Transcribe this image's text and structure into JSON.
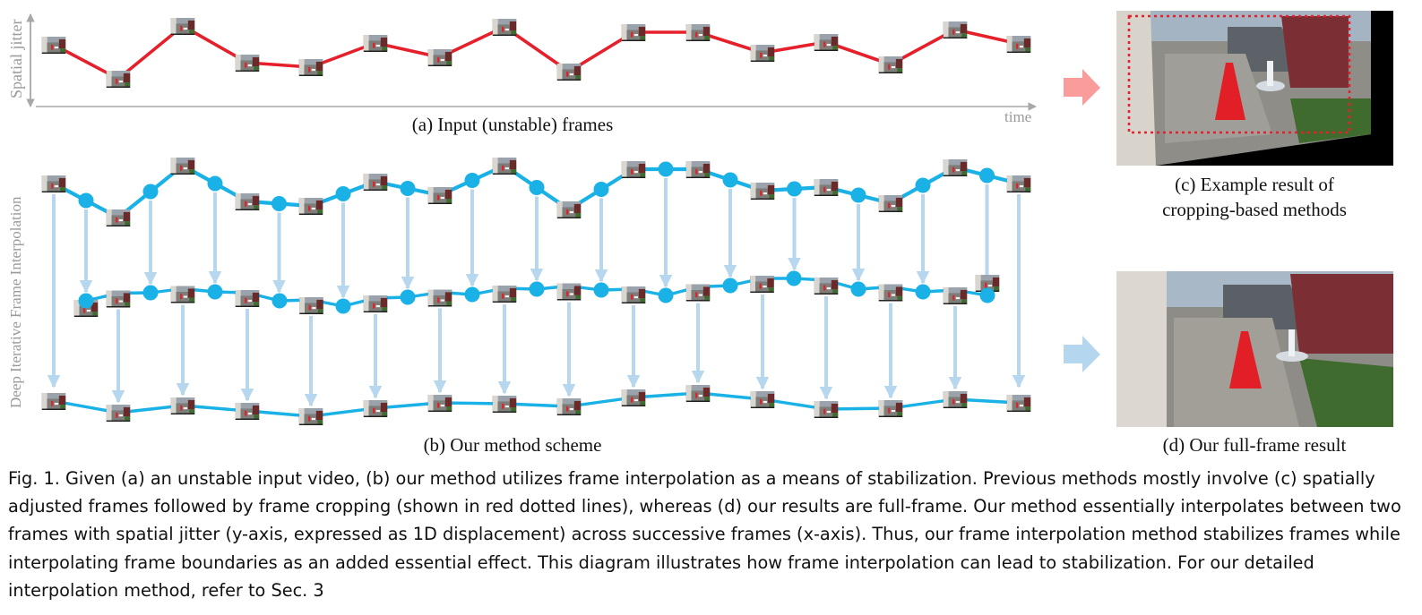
{
  "figure": {
    "axes": {
      "y_label": "Spatial jitter",
      "x_label": "time"
    },
    "side_label": "Deep Iterative Frame Interpolation",
    "panels": {
      "a": "(a) Input (unstable) frames",
      "b": "(b) Our method scheme",
      "c_line1": "(c) Example result of",
      "c_line2": "cropping-based methods",
      "d": "(d) Our full-frame result"
    },
    "colors": {
      "input_path": "#e5202b",
      "method_path": "#19b1e6",
      "arrow": "#b6d7ee",
      "arrow_red": "#fb9c9c",
      "arrow_blue": "#b5d6ef",
      "crop_box": "#e5202b"
    }
  },
  "caption": {
    "lead": "Fig. 1.",
    "text": "Given (a) an unstable input video, (b) our method utilizes frame interpolation as a means of stabilization. Previous methods mostly involve (c) spatially adjusted frames followed by frame cropping (shown in red dotted lines), whereas (d) our results are full-frame. Our method essentially interpolates between two frames with spatial jitter (y-axis, expressed as 1D displacement) across successive frames (x-axis). Thus, our frame interpolation method stabilizes frames while interpolating frame boundaries as an added essential effect. This diagram illustrates how frame interpolation can lead to stabilization. For our detailed interpolation method, refer to Sec. 3"
  }
}
